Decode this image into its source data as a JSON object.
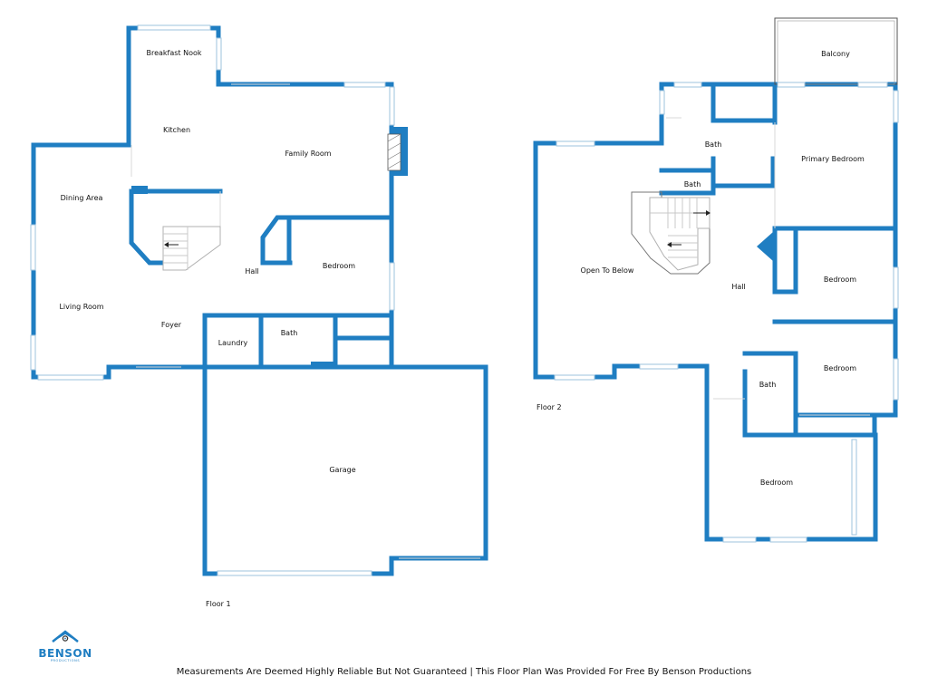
{
  "floor1": {
    "label": "Floor 1",
    "rooms": {
      "breakfast_nook": "Breakfast Nook",
      "kitchen": "Kitchen",
      "family_room": "Family Room",
      "dining_area": "Dining Area",
      "hall": "Hall",
      "bedroom": "Bedroom",
      "living_room": "Living Room",
      "foyer": "Foyer",
      "laundry": "Laundry",
      "bath": "Bath",
      "garage": "Garage"
    }
  },
  "floor2": {
    "label": "Floor 2",
    "rooms": {
      "balcony": "Balcony",
      "bath_upper": "Bath",
      "bath_small": "Bath",
      "primary_bedroom": "Primary Bedroom",
      "open_to_below": "Open To Below",
      "hall": "Hall",
      "bedroom_a": "Bedroom",
      "bedroom_b": "Bedroom",
      "bath_lower": "Bath",
      "bedroom_c": "Bedroom"
    }
  },
  "footer": {
    "disclaimer": "Measurements Are Deemed Highly Reliable But Not Guaranteed | This Floor Plan Was Provided For Free By Benson Productions"
  },
  "logo": {
    "name": "BENSON",
    "sub": "PRODUCTIONS",
    "icon": "house-icon"
  },
  "colors": {
    "wall": "#1f7ec2",
    "text": "#111111"
  }
}
